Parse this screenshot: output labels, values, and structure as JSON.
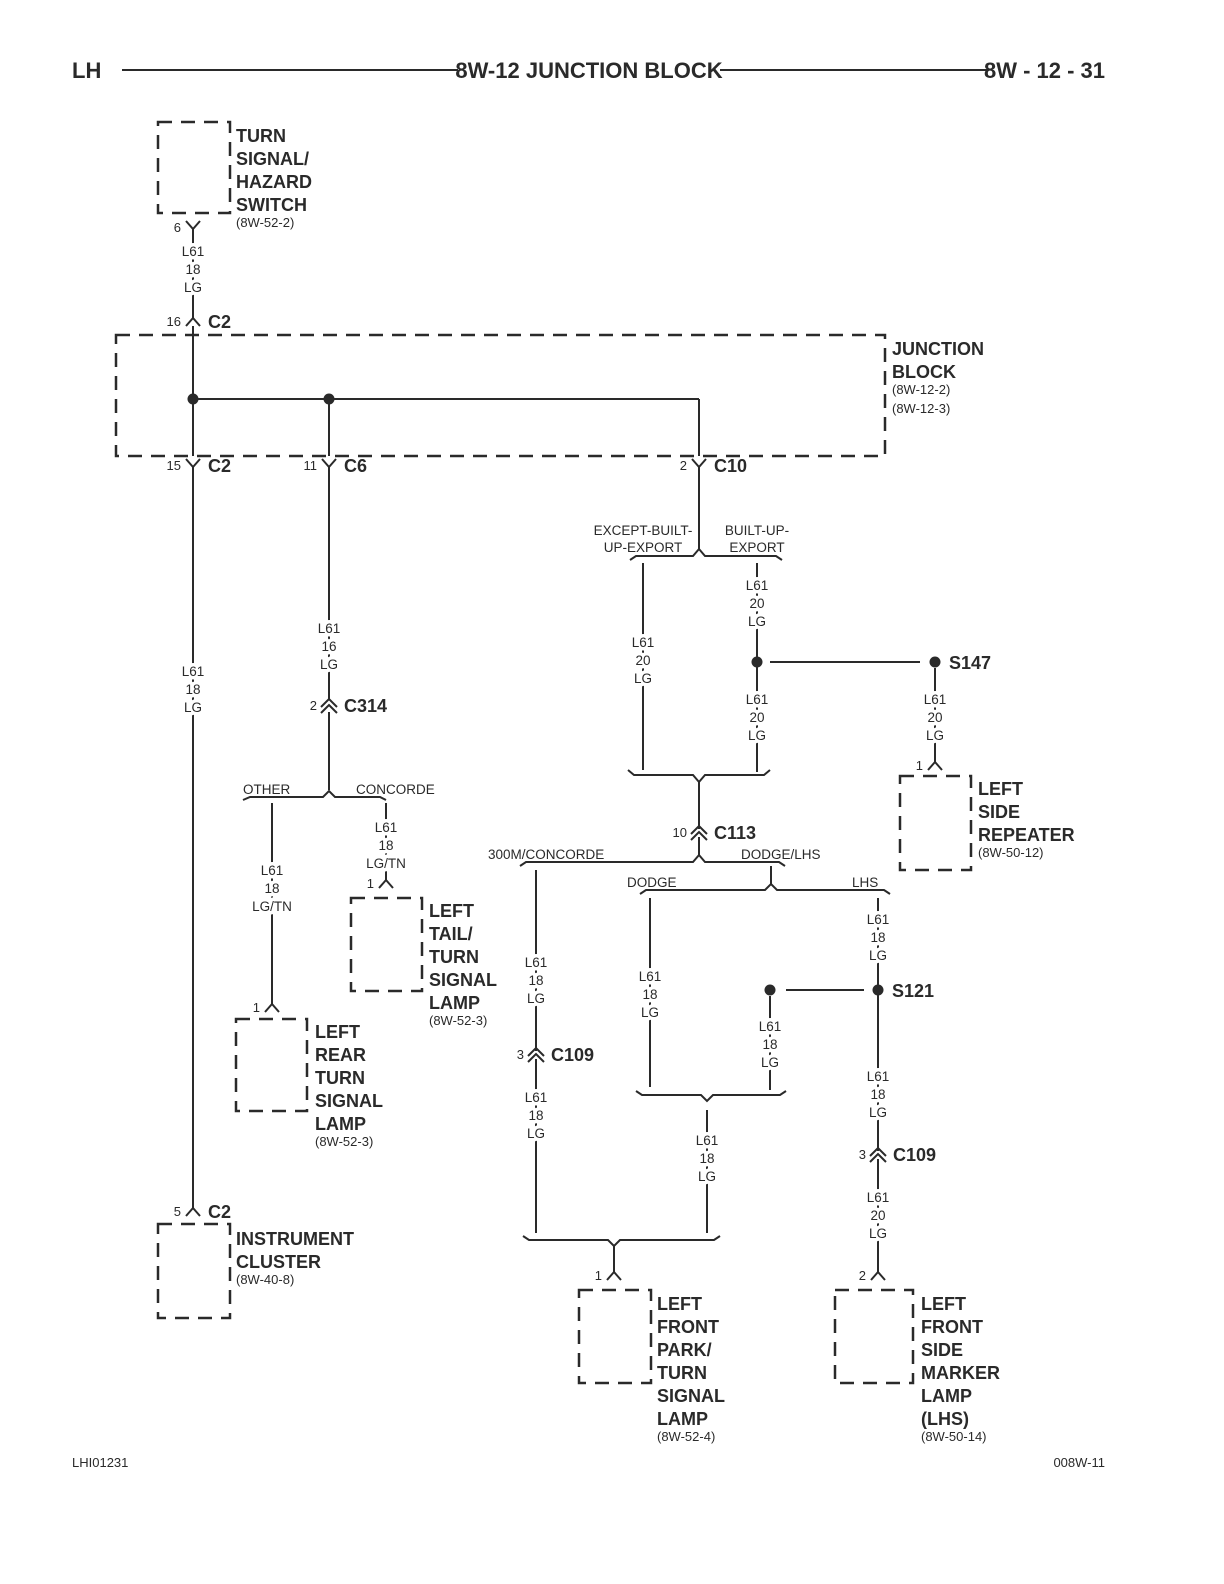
{
  "header": {
    "section": "LH",
    "title": "8W-12 JUNCTION BLOCK",
    "page": "8W - 12 - 31"
  },
  "footer": {
    "left": "LHI01231",
    "right": "008W-11"
  },
  "components": [
    {
      "lines": [
        "TURN",
        "SIGNAL/",
        "HAZARD",
        "SWITCH"
      ],
      "refs": [
        "(8W-52-2)"
      ]
    },
    {
      "lines": [
        "JUNCTION",
        "BLOCK"
      ],
      "refs": [
        "(8W-12-2)",
        "(8W-12-3)"
      ]
    },
    {
      "lines": [
        "LEFT",
        "REAR",
        "TURN",
        "SIGNAL",
        "LAMP"
      ],
      "refs": [
        "(8W-52-3)"
      ]
    },
    {
      "lines": [
        "LEFT",
        "TAIL/",
        "TURN",
        "SIGNAL",
        "LAMP"
      ],
      "refs": [
        "(8W-52-3)"
      ]
    },
    {
      "lines": [
        "INSTRUMENT",
        "CLUSTER"
      ],
      "refs": [
        "(8W-40-8)"
      ]
    },
    {
      "lines": [
        "LEFT",
        "SIDE",
        "REPEATER"
      ],
      "refs": [
        "(8W-50-12)"
      ]
    },
    {
      "lines": [
        "LEFT",
        "FRONT",
        "PARK/",
        "TURN",
        "SIGNAL",
        "LAMP"
      ],
      "refs": [
        "(8W-52-4)"
      ]
    },
    {
      "lines": [
        "LEFT",
        "FRONT",
        "SIDE",
        "MARKER",
        "LAMP",
        "(LHS)"
      ],
      "refs": [
        "(8W-50-14)"
      ]
    }
  ],
  "connectors": [
    {
      "label": "",
      "pin": "6"
    },
    {
      "label": "C2",
      "pin": "16"
    },
    {
      "label": "C2",
      "pin": "15"
    },
    {
      "label": "C6",
      "pin": "11"
    },
    {
      "label": "C10",
      "pin": "2"
    },
    {
      "label": "C314",
      "pin": "2"
    },
    {
      "label": "",
      "pin": "1"
    },
    {
      "label": "",
      "pin": "1"
    },
    {
      "label": "C2",
      "pin": "5"
    },
    {
      "label": "",
      "pin": "1"
    },
    {
      "label": "C113",
      "pin": "10"
    },
    {
      "label": "C109",
      "pin": "3"
    },
    {
      "label": "C109",
      "pin": "3"
    },
    {
      "label": "",
      "pin": "1"
    },
    {
      "label": "",
      "pin": "2"
    }
  ],
  "wires": [
    {
      "circuit": "L61",
      "gauge": "18",
      "color": "LG"
    },
    {
      "circuit": "L61",
      "gauge": "18",
      "color": "LG"
    },
    {
      "circuit": "L61",
      "gauge": "16",
      "color": "LG"
    },
    {
      "circuit": "L61",
      "gauge": "18",
      "color": "LG/TN"
    },
    {
      "circuit": "L61",
      "gauge": "18",
      "color": "LG/TN"
    },
    {
      "circuit": "L61",
      "gauge": "20",
      "color": "LG"
    },
    {
      "circuit": "L61",
      "gauge": "20",
      "color": "LG"
    },
    {
      "circuit": "L61",
      "gauge": "20",
      "color": "LG"
    },
    {
      "circuit": "L61",
      "gauge": "20",
      "color": "LG"
    },
    {
      "circuit": "L61",
      "gauge": "18",
      "color": "LG"
    },
    {
      "circuit": "L61",
      "gauge": "18",
      "color": "LG"
    },
    {
      "circuit": "L61",
      "gauge": "18",
      "color": "LG"
    },
    {
      "circuit": "L61",
      "gauge": "18",
      "color": "LG"
    },
    {
      "circuit": "L61",
      "gauge": "18",
      "color": "LG"
    },
    {
      "circuit": "L61",
      "gauge": "18",
      "color": "LG"
    },
    {
      "circuit": "L61",
      "gauge": "18",
      "color": "LG"
    },
    {
      "circuit": "L61",
      "gauge": "20",
      "color": "LG"
    }
  ],
  "splices": [
    "S147",
    "S121"
  ],
  "branches": [
    "OTHER",
    "CONCORDE",
    "EXCEPT-BUILT-",
    "UP-EXPORT",
    "BUILT-UP-",
    "EXPORT",
    "300M/CONCORDE",
    "DODGE/LHS",
    "DODGE",
    "LHS"
  ]
}
